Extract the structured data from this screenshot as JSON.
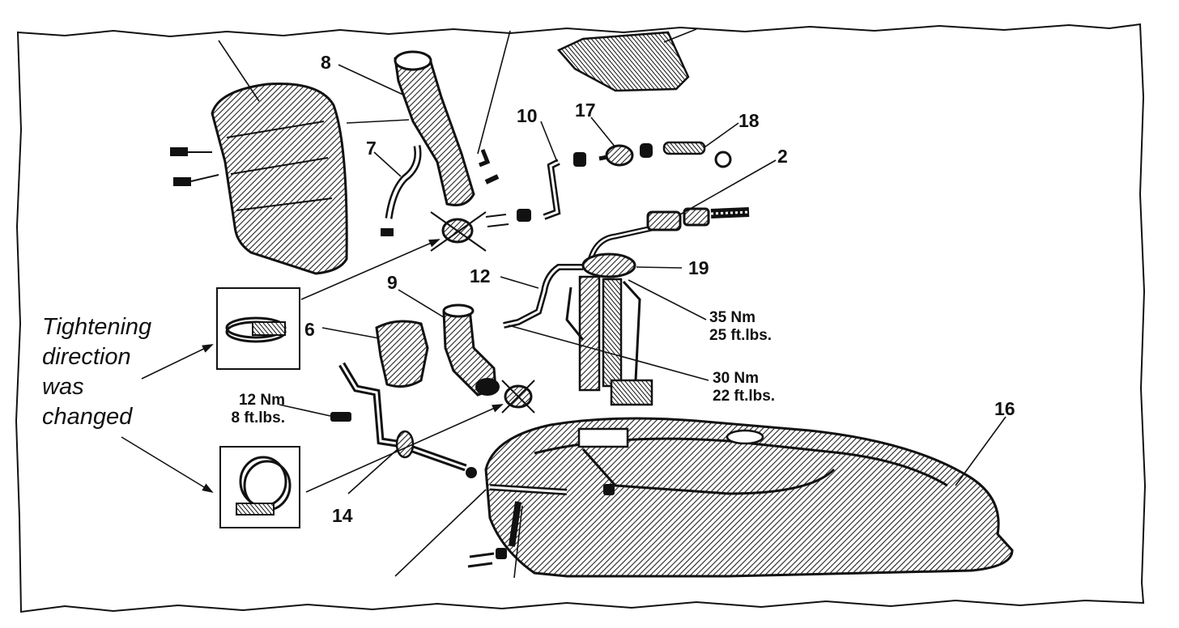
{
  "callouts": {
    "c8": "8",
    "c7": "7",
    "c10": "10",
    "c17": "17",
    "c18": "18",
    "c2": "2",
    "c12": "12",
    "c19": "19",
    "c9": "9",
    "c6": "6",
    "c14": "14",
    "c16": "16"
  },
  "torque": {
    "t35_nm": "35 Nm",
    "t35_ft": "25 ft.lbs.",
    "t30_nm": "30 Nm",
    "t30_ft": "22 ft.lbs.",
    "t12_nm": "12 Nm",
    "t12_ft": "8 ft.lbs."
  },
  "note": {
    "line1": "Tightening",
    "line2": "direction",
    "line3": "was",
    "line4": "changed"
  }
}
